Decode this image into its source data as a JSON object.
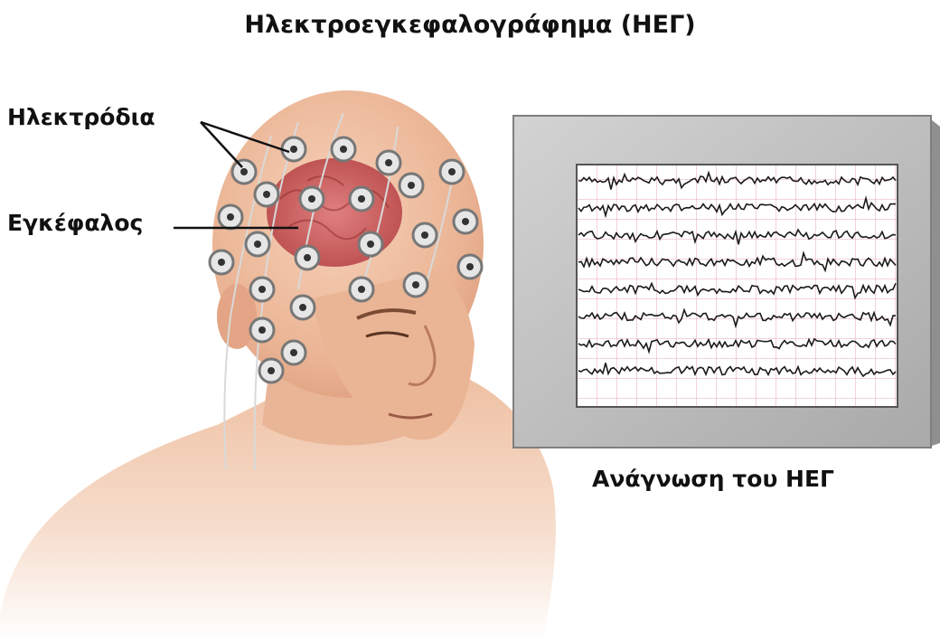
{
  "title": "Ηλεκτροεγκεφαλογράφημα (ΗΕΓ)",
  "labels": {
    "electrodes": "Ηλεκτρόδια",
    "brain": "Εγκέφαλος",
    "monitor_caption": "Ανάγνωση του ΗΕΓ"
  },
  "colors": {
    "skin": "#f2c3a6",
    "brain": "#c95a5a",
    "monitor_frame": "#bdbdbd",
    "eeg_grid": "#e7a6b4",
    "eeg_trace": "#1a1a1a"
  },
  "illustration": {
    "figure": "man-head-with-eeg-electrode-cap-illustration",
    "monitor_traces": 8
  }
}
